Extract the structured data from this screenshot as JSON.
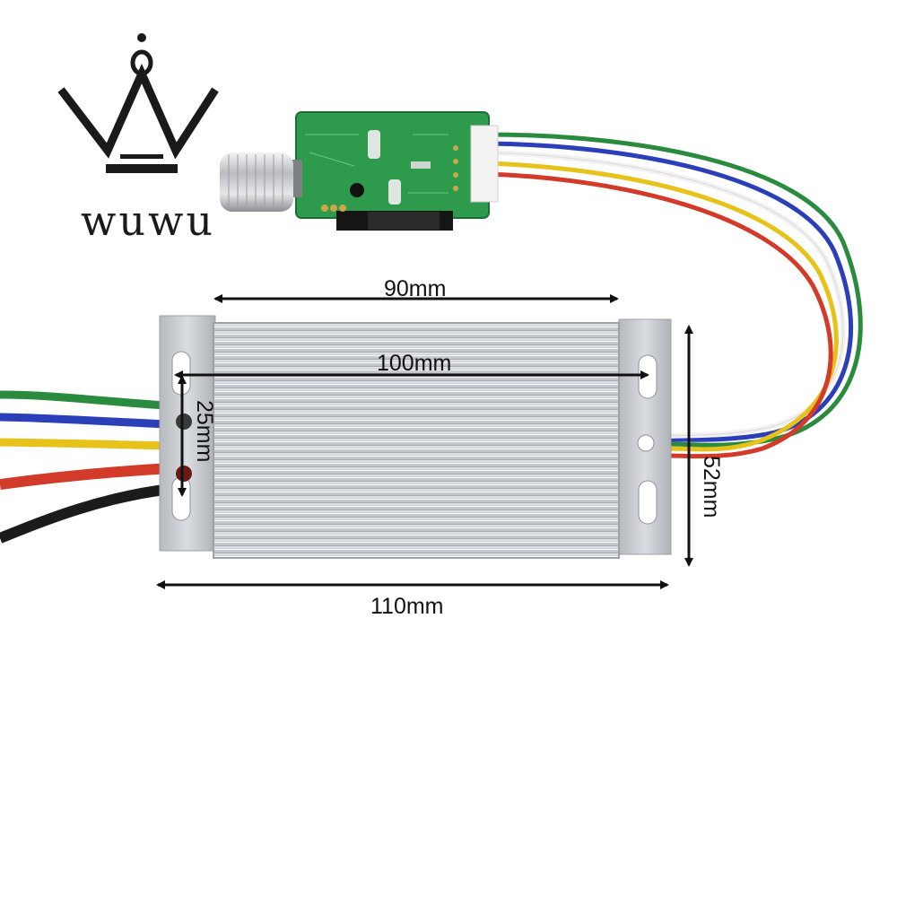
{
  "brand": {
    "name": "wuwu"
  },
  "dimensions": {
    "inner_width": "90mm",
    "hole_spacing": "100mm",
    "overall_width": "110mm",
    "height": "52mm",
    "hole_height": "25mm"
  },
  "colors": {
    "background": "#ffffff",
    "pcb": "#2e9a4b",
    "housing": "#d4d7dc",
    "wire_green": "#2a8a3e",
    "wire_blue": "#2b3fb8",
    "wire_yellow": "#e6c21a",
    "wire_red": "#d23a2a",
    "wire_black": "#1b1b1b",
    "wire_white": "#f2f2f2"
  },
  "icons": [
    "crown-logo-icon",
    "potentiometer-knob-icon"
  ]
}
